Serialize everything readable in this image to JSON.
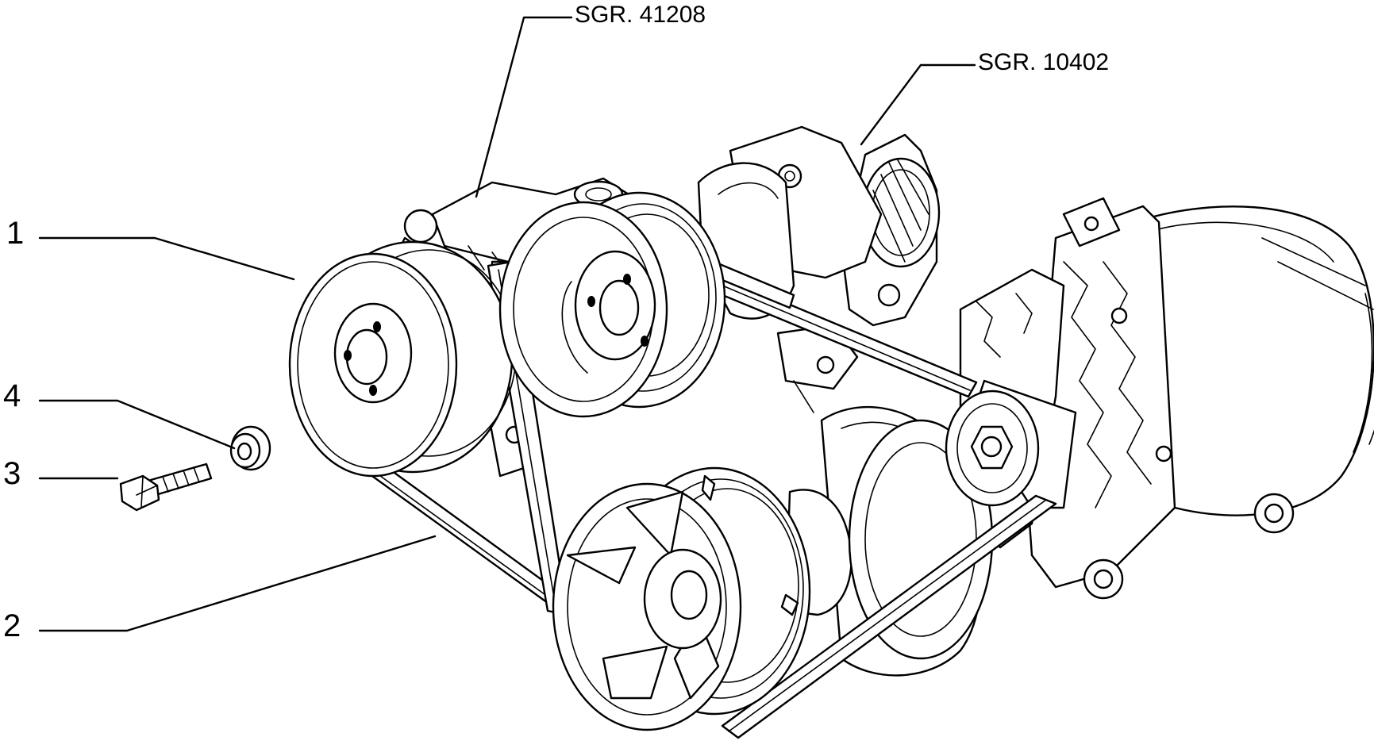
{
  "diagram": {
    "callouts": [
      {
        "id": "1",
        "label": "1"
      },
      {
        "id": "2",
        "label": "2"
      },
      {
        "id": "3",
        "label": "3"
      },
      {
        "id": "4",
        "label": "4"
      }
    ],
    "references": [
      {
        "id": "sgr-41208",
        "label": "SGR. 41208"
      },
      {
        "id": "sgr-10402",
        "label": "SGR. 10402"
      }
    ],
    "colors": {
      "ink": "#000000",
      "paper": "#ffffff"
    }
  }
}
